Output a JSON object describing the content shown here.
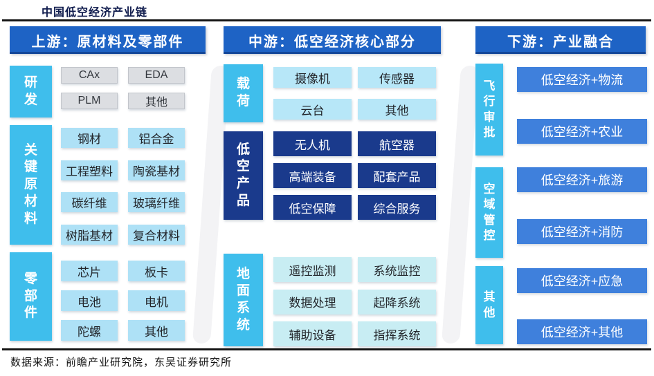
{
  "page": {
    "title": "中国低空经济产业链",
    "footer": "数据来源：前瞻产业研究院，东吴证券研究所"
  },
  "colors": {
    "header_blue": "#1e63c5",
    "section_cyan": "#3fbeec",
    "navy": "#1a3a8c",
    "fusion_blue": "#3f80dc",
    "light_item_blue": "#aee1f6",
    "payload_item_blue": "#b7e7f8",
    "ground_item_blue": "#c8edf3",
    "gray_item": "#dcdee2"
  },
  "columns": [
    {
      "header": "上游：原材料及零部件",
      "sections": [
        {
          "label": "研发",
          "items": [
            "CAx",
            "EDA",
            "PLM",
            "其他"
          ]
        },
        {
          "label": "关键原材料",
          "items": [
            "钢材",
            "铝合金",
            "工程塑料",
            "陶瓷基材",
            "碳纤维",
            "玻璃纤维",
            "树脂基材",
            "复合材料"
          ]
        },
        {
          "label": "零部件",
          "items": [
            "芯片",
            "板卡",
            "电池",
            "电机",
            "陀螺",
            "其他"
          ]
        }
      ]
    },
    {
      "header": "中游：低空经济核心部分",
      "sections": [
        {
          "label": "载荷",
          "items": [
            "摄像机",
            "传感器",
            "云台",
            "其他"
          ]
        },
        {
          "label": "低空产品",
          "items": [
            "无人机",
            "航空器",
            "高端装备",
            "配套产品",
            "低空保障",
            "综合服务"
          ]
        },
        {
          "label": "地面系统",
          "items": [
            "遥控监测",
            "系统监控",
            "数据处理",
            "起降系统",
            "辅助设备",
            "指挥系统"
          ]
        }
      ]
    },
    {
      "header": "下游：产业融合",
      "sections": [
        {
          "label": "飞行审批",
          "items": [
            "低空经济+物流",
            "低空经济+农业"
          ]
        },
        {
          "label": "空域管控",
          "items": [
            "低空经济+旅游",
            "低空经济+消防"
          ]
        },
        {
          "label": "其他",
          "items": [
            "低空经济+应急",
            "低空经济+其他"
          ]
        }
      ]
    }
  ]
}
